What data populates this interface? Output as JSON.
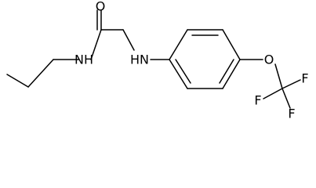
{
  "molecule": {
    "atoms": {
      "carbonyl_o": "O",
      "amide_nh": "NH",
      "amine_nh": "HN",
      "ether_o": "O",
      "f_right": "F",
      "f_left": "F",
      "f_bottom": "F"
    },
    "colors": {
      "bond": "#000000",
      "label": "#000000",
      "background": "#ffffff"
    }
  }
}
